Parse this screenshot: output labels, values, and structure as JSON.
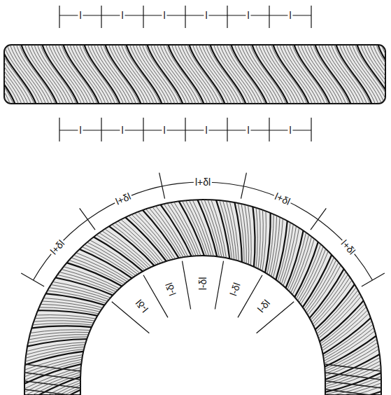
{
  "diagram": {
    "labels": [
      "l",
      "l",
      "l",
      "l",
      "l",
      "l",
      "l",
      "l",
      "l",
      "l",
      "l",
      "l",
      "l+δl",
      "l+δl",
      "l+δl",
      "l+δl",
      "l+δl",
      "l-δl",
      "l-δl",
      "l-δl",
      "l-δl",
      "l-δl"
    ]
  }
}
